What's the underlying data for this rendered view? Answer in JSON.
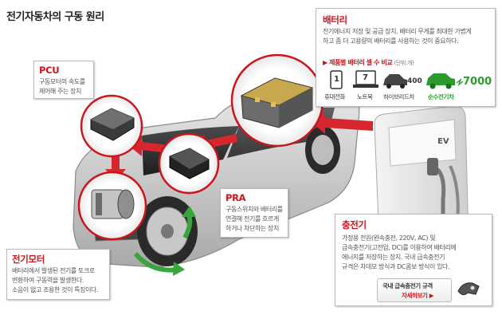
{
  "title": "전기자동차의 구동 원리",
  "battery": {
    "title": "배터리",
    "desc_line1": "전기에너지 저장 및 공급 장치. 배터리 무게를 최대한 가볍게",
    "desc_line2": "하고 좀 더 고용량의 배터리를 사용하는 것이 중요하다.",
    "compare_title": "제품별 배터리 셀 수 비교",
    "compare_unit": "(단위:개)",
    "devices": [
      {
        "label": "휴대전화",
        "count": "1",
        "icon": "phone-icon"
      },
      {
        "label": "노트북",
        "count": "7",
        "icon": "laptop-icon"
      },
      {
        "label": "하이브리드차",
        "count": "400",
        "icon": "hybrid-car-icon"
      },
      {
        "label": "순수전기차",
        "count": "7000",
        "icon": "ev-car-icon"
      }
    ]
  },
  "pcu": {
    "title": "PCU",
    "desc_line1": "구동모터의 속도를",
    "desc_line2": "제어해 주는 장치"
  },
  "pra": {
    "title": "PRA",
    "desc_line1": "구동스위치와 배터리를",
    "desc_line2": "연결해 전기를 흐르게",
    "desc_line3": "하거나 차단하는 장치"
  },
  "motor": {
    "title": "전기모터",
    "desc_line1": "배터리에서 발생된 전기를 토크로",
    "desc_line2": "변환하여 구동력을 발생한다.",
    "desc_line3": "소음이 없고 조용한 것이 특징이다."
  },
  "charger": {
    "title": "충전기",
    "desc_line1": "가정용 전원(완속충전, 220V, AC) 및",
    "desc_line2": "급속충전기(고전압, DC)를 이용하여 배터리에",
    "desc_line3": "에너지를 저장하는 장치. 국내 급속충전기",
    "desc_line4": "규격은 차데모 방식과 DC콤보 방식이 있다.",
    "button_main": "국내 급속충전기 규격",
    "button_more": "자세히보기 ▶",
    "station_label": "EV"
  },
  "colors": {
    "accent": "#c9161d",
    "ev_green": "#2c9b2e",
    "arrow_red": "#d8262e",
    "arrow_green": "#3aa53a"
  }
}
